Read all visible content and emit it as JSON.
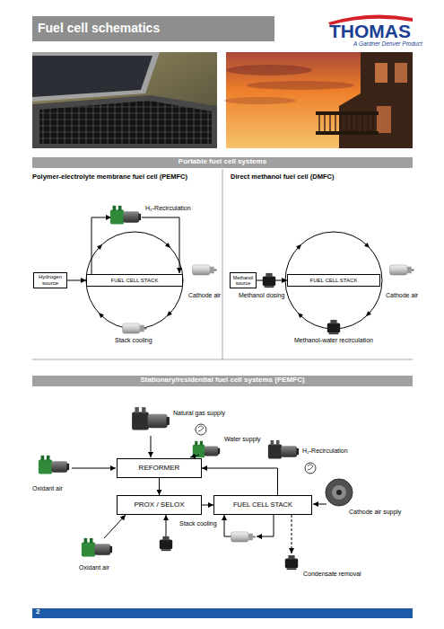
{
  "diagram": {
    "title": "Fuel cell schematics",
    "nodes": [
      {
        "text": [
          "Hydrogen source"
        ]
      },
      {
        "text": [
          "FUEL CELL STACK"
        ]
      },
      {
        "text": [
          "Methanol source"
        ]
      },
      {
        "text": [
          "FUEL CELL STACK"
        ]
      },
      {
        "text": [
          "REFORMER"
        ]
      },
      {
        "text": [
          "PROX / SELOX"
        ]
      },
      {
        "text": [
          "FUEL CELL STACK"
        ]
      }
    ],
    "edges": [
      {
        "from": 0,
        "to": 1,
        "arrow": "to"
      },
      {
        "from": 2,
        "to": 3,
        "arrow": "to"
      },
      {
        "from": 4,
        "to": 5,
        "arrow": "to"
      },
      {
        "from": 5,
        "to": 6,
        "arrow": "to"
      },
      {
        "from": 6,
        "to": 4,
        "arrow": "to"
      }
    ],
    "labels": [
      "THOMAS",
      "A Gardner Denver Product",
      "Portable fuel cell systems",
      "Polymer-electrolyte membrane fuel cell (PEMFC)",
      "Direct methanol fuel cell (DMFC)",
      "H₂-Recirculation",
      "Cathode air",
      "Stack cooling",
      "Methanol dosing",
      "Cathode air",
      "Methanol-water recirculation",
      "Stationary/residential fuel cell systems (PEMFC)",
      "Natural gas supply",
      "Water supply",
      "H₂-Recirculation",
      "Oxidant air",
      "Cathode air supply",
      "Stack cooling",
      "Oxidant air",
      "Condensate removal",
      "2"
    ]
  }
}
